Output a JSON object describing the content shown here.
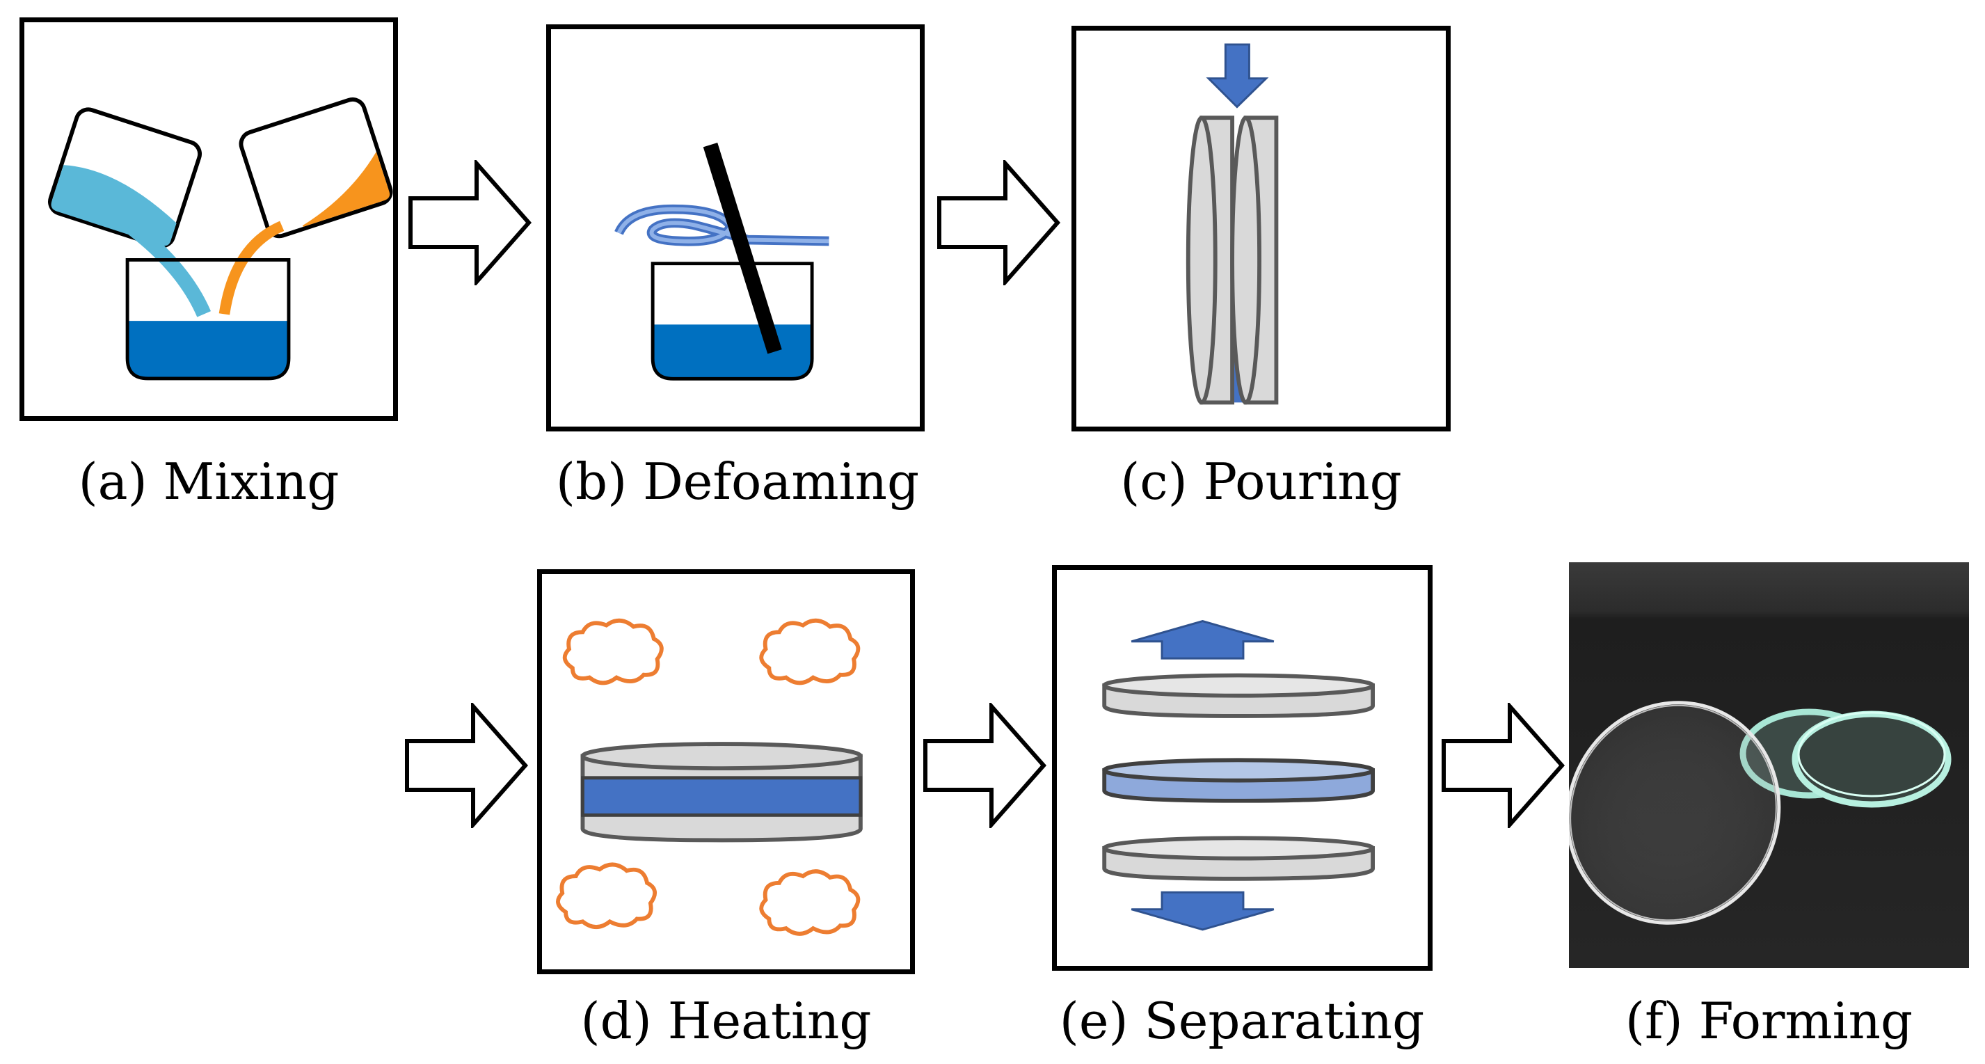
{
  "steps": [
    {
      "key": "a",
      "caption": "(a) Mixing",
      "icon": "mixing-illustration"
    },
    {
      "key": "b",
      "caption": "(b) Defoaming",
      "icon": "defoaming-illustration"
    },
    {
      "key": "c",
      "caption": "(c) Pouring",
      "icon": "pouring-illustration"
    },
    {
      "key": "d",
      "caption": "(d) Heating",
      "icon": "heating-illustration"
    },
    {
      "key": "e",
      "caption": "(e) Separating",
      "icon": "separating-illustration"
    },
    {
      "key": "f",
      "caption": "(f) Forming",
      "icon": "formed-lens-photo"
    }
  ],
  "colors": {
    "cyan_liquid": "#5ab8d8",
    "orange_liquid": "#f7941d",
    "mixture_blue": "#0070c0",
    "resin_blue": "#4472c4",
    "mold_grey": "#d9d9d9",
    "mold_outline": "#595959",
    "heat_orange": "#ed7d31",
    "photo_background": "#2b2b2b"
  }
}
